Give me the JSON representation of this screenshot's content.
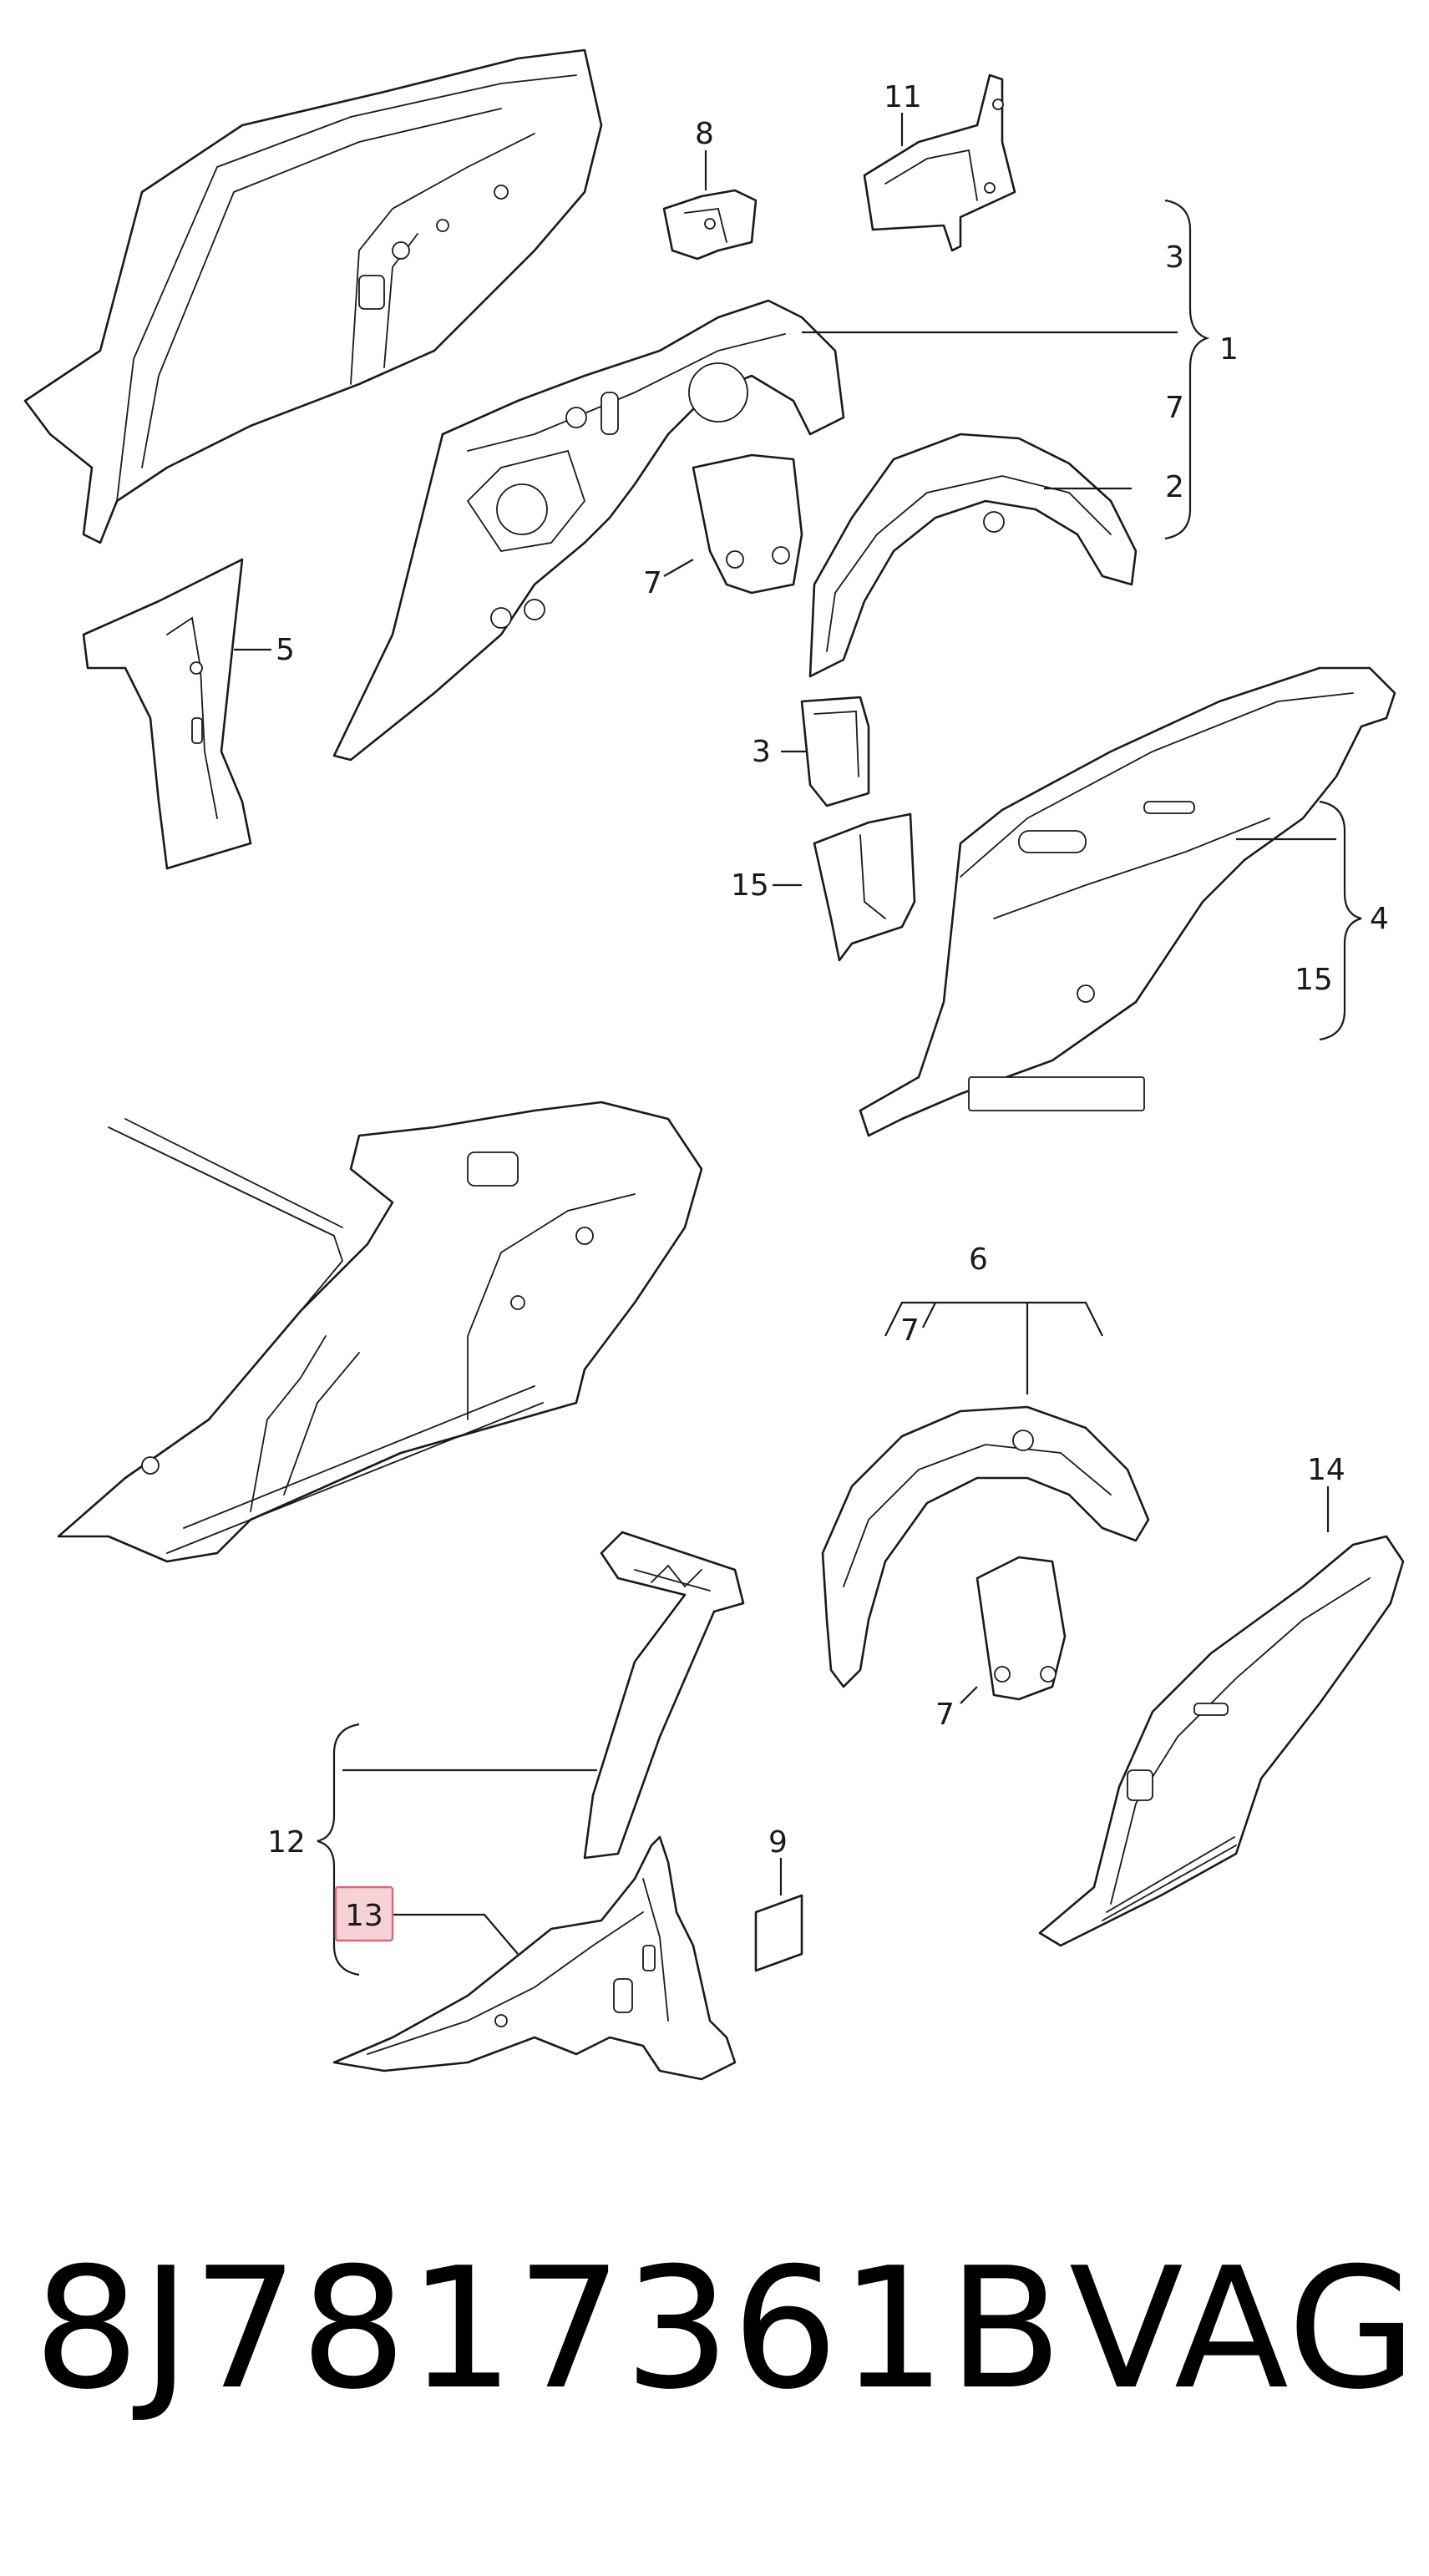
{
  "callouts": {
    "c1": "1",
    "c2": "2",
    "c3a": "3",
    "c3b": "3",
    "c4": "4",
    "c5": "5",
    "c6": "6",
    "c7a": "7",
    "c7b": "7",
    "c7c": "7",
    "c7d": "7",
    "c8": "8",
    "c9": "9",
    "c11": "11",
    "c12": "12",
    "c13": "13",
    "c14": "14",
    "c15a": "15",
    "c15b": "15"
  },
  "highlight": {
    "label": "13",
    "color": "#f6d2d6"
  },
  "footer": {
    "part_number": "8J7817361B",
    "brand": "VAG"
  }
}
